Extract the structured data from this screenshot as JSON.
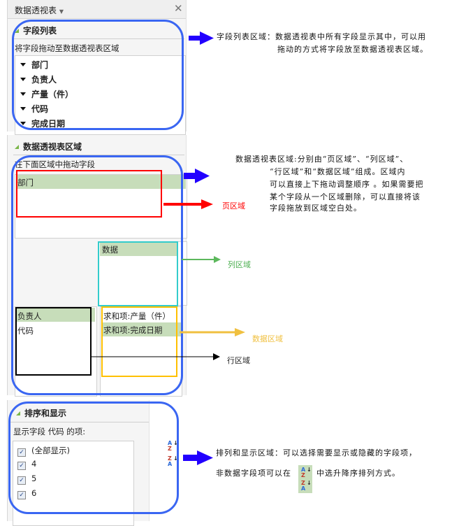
{
  "panel_title": "数据透视表",
  "field_list": {
    "header": "字段列表",
    "hint": "将字段拖动至数据透视表区域",
    "fields": [
      "部门",
      "负责人",
      "产量（件）",
      "代码",
      "完成日期"
    ]
  },
  "pivot_area": {
    "header": "数据透视表区域",
    "hint": "在下面区域中拖动字段",
    "page_fields": [
      "部门"
    ],
    "column_fields": [
      "数据"
    ],
    "row_fields": [
      "负责人",
      "代码"
    ],
    "data_fields": [
      "求和项:产量（件）",
      "求和项:完成日期"
    ]
  },
  "sort_display": {
    "header": "排序和显示",
    "hint": "显示字段 代码 的项:",
    "items": [
      "(全部显示)",
      "4",
      "5",
      "6"
    ]
  },
  "annotations": {
    "field_list_note": [
      "字段列表区域：数据透视表中所有字段显示其中，可以用",
      "拖动的方式将字段放至数据透视表区域。"
    ],
    "pivot_note": [
      "数据透视表区域:分别由“页区域”、“列区域”、",
      "“行区域”和“数据区域”组成。区域内",
      "可以直接上下拖动调整顺序 。如果需要把",
      "某个字段从一个区域删除，可以直接将该",
      "字段拖放到区域空白处。"
    ],
    "page_area": "页区域",
    "column_area": "列区域",
    "data_area": "数据区域",
    "row_area": "行区域",
    "sort_note_1": "排列和显示区域：可以选择需要显示或隐藏的字段项，",
    "sort_note_2a": "非数据字段项可以在",
    "sort_note_2b": "中选升降序排列方式。"
  },
  "colors": {
    "highlight_blue": "#3a66f2",
    "page": "#ff0000",
    "column": "#33cccc",
    "data": "#ffc000",
    "row": "#000000",
    "column_label": "#4caf50",
    "data_label": "#f0c040"
  }
}
